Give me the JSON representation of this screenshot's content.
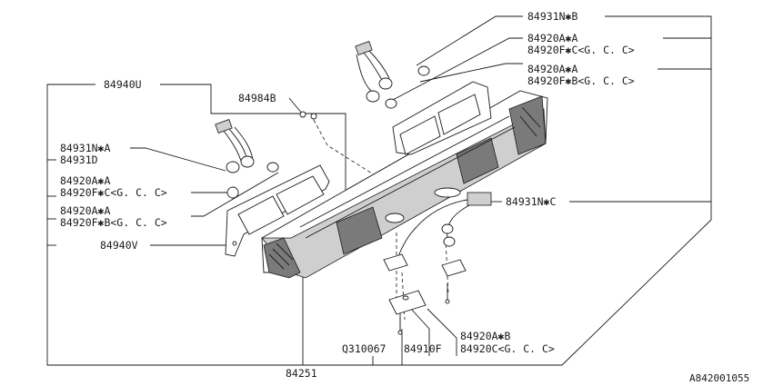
{
  "labels": {
    "p84931n_b": "84931N✱B",
    "p84920a_a_1": "84920A✱A",
    "p84920f_c_1": "84920F✱C<G. C. C>",
    "p84920a_a_2": "84920A✱A",
    "p84920f_b_1": "84920F✱B<G. C. C>",
    "p84940u": "84940U",
    "p84984b": "84984B",
    "p84931n_a": "84931N✱A",
    "p84931d": "84931D",
    "p84920a_a_3": "84920A✱A",
    "p84920f_c_2": "84920F✱C<G. C. C>",
    "p84920a_a_4": "84920A✱A",
    "p84920f_b_2": "84920F✱B<G. C. C>",
    "p84940v": "84940V",
    "p84931n_c": "84931N✱C",
    "p84920a_b": "84920A✱B",
    "p84920c": "84920C<G. C. C>",
    "q310067": "Q310067",
    "p84910f": "84910F",
    "p84251": "84251"
  },
  "diagram_id": "A842001055"
}
